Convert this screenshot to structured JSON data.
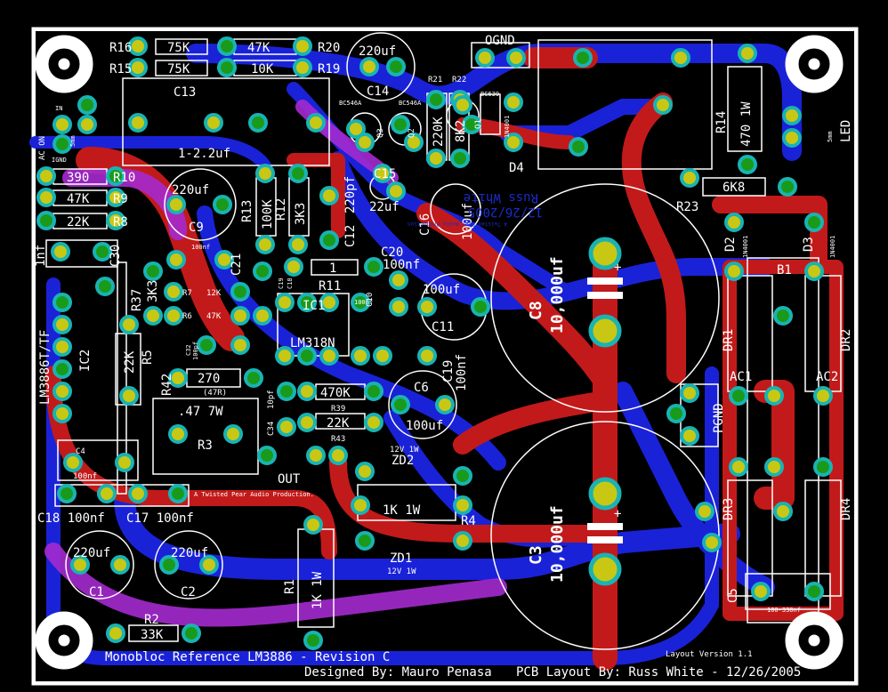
{
  "colors": {
    "background": "#000000",
    "red_trace": "#c21a1a",
    "blue_trace": "#1a22d8",
    "magenta": "#a52ad0",
    "pad_yellow": "#c8c814",
    "pad_teal": "#19b3b3",
    "pad_green": "#1a9a1a",
    "silk": "#ffffff",
    "bottom_silk": "#1b2cc8"
  },
  "labels": {
    "r16": "R16",
    "r16_val": "75K",
    "r20_val": "47K",
    "r20": "R20",
    "r15": "R15",
    "r15_val": "75K",
    "r19_val": "10K",
    "r19": "R19",
    "c14_val": "220uf",
    "c14": "C14",
    "ognd": "OGND",
    "r21": "R21",
    "r22": "R22",
    "r21_val": "220K",
    "r22_val": "8K2",
    "bc546a_1": "BC546A",
    "bc546a_2": "BC546A",
    "bc639": "BC639",
    "q1": "Q1",
    "q2": "Q2",
    "q3": "Q3",
    "d4": "D4",
    "d4_val": "1N4001",
    "r14": "R14",
    "r14_val": "470 1W",
    "led": "LED",
    "led5": "5mm",
    "ac_on": "AC ON",
    "in": "IN",
    "ignd": "IGND",
    "ac5": "5mm",
    "c13": "C13",
    "c13_val": "1-2.2uf",
    "r10_val": "390",
    "r10": "R10",
    "r9_val": "47K",
    "r9": "R9",
    "r8_val": "22K",
    "r8": "R8",
    "c9_val": "220uf",
    "c9": "C9",
    "r13": "R13",
    "r13_val": "100K",
    "r12": "R12",
    "r12_val": "3K3",
    "c12": "C12",
    "c12_val": "220pf",
    "c15": "C15",
    "c15_val": "22uf",
    "c16": "C16",
    "c16_val": "100uf",
    "r23_val": "6K8",
    "r23": "R23",
    "d2": "D2",
    "d2_val": "1N4001",
    "d3": "D3",
    "d3_val": "1N4001",
    "rw1": "Russ White",
    "rw2": "12/26/2005",
    "rw3": "A Twisted Pear Audio Production",
    "c8": "C8",
    "c8_val": "10,000uf",
    "b1": "B1",
    "c30": "C30",
    "c30_val": "1nf",
    "c21": "C21",
    "c21_val": "100nf",
    "r11": "R11",
    "r11_val": "1",
    "c20": "C20",
    "c20_val": "100nf",
    "r37": "R37",
    "r37_val": "3K3",
    "r7": "R7",
    "r7_val": "12K",
    "r6": "R6",
    "r6_val": "47K",
    "c19_lbl": "C19",
    "c18_small": "C18",
    "c10": "C10",
    "c10_val": "100nf",
    "ic1": "IC1",
    "ic1_val": "LM318N",
    "c11": "C11",
    "c11_val": "100uf",
    "c19": "C19",
    "c19_val": "100nf",
    "ic2": "IC2",
    "ic2_val": "LM3886T/TF",
    "r5": "R5",
    "r5_val": "22K",
    "c32": "C32",
    "c32_val": "100pf",
    "r42": "R42",
    "r42_val": "270",
    "r42_sub": "(47R)",
    "r3": "R3",
    "r3_val": ".47 7W",
    "c34": "C34",
    "c34_val": "10pf",
    "r38_val": "470K",
    "r39": "R39",
    "r39_val": "22K",
    "r43": "R43",
    "c6": "C6",
    "c6_val": "100uf",
    "out": "OUT",
    "pgnd": "PGND",
    "ac1": "AC1",
    "ac2": "AC2",
    "dr1": "DR1",
    "dr2": "DR2",
    "dr3": "DR3",
    "dr4": "DR4",
    "c4": "C4",
    "c4_val": "100nf",
    "zd2": "ZD2",
    "zd2_val": "12V 1W",
    "twisted": "A Twisted Pear Audio Production.",
    "r4_val": "1K 1W",
    "r4": "R4",
    "c18": "C18 100nf",
    "c17": "C17 100nf",
    "zd1": "ZD1",
    "zd1_val": "12V 1W",
    "c3": "C3",
    "c3_val": "10,000uf",
    "c1_val": "220uf",
    "c1": "C1",
    "c2_val": "220uf",
    "c2": "C2",
    "r1": "R1",
    "r1_val": "1K 1W",
    "c5": "C5",
    "c5_val": "100-330nf",
    "r2": "R2",
    "r2_val": "33K",
    "layout_version": "Layout Version 1.1",
    "title": "Monobloc Reference LM3886 - Revision C",
    "designer": "Designed By: Mauro Penasa",
    "pcb": "PCB Layout By: Russ White - 12/26/2005"
  }
}
